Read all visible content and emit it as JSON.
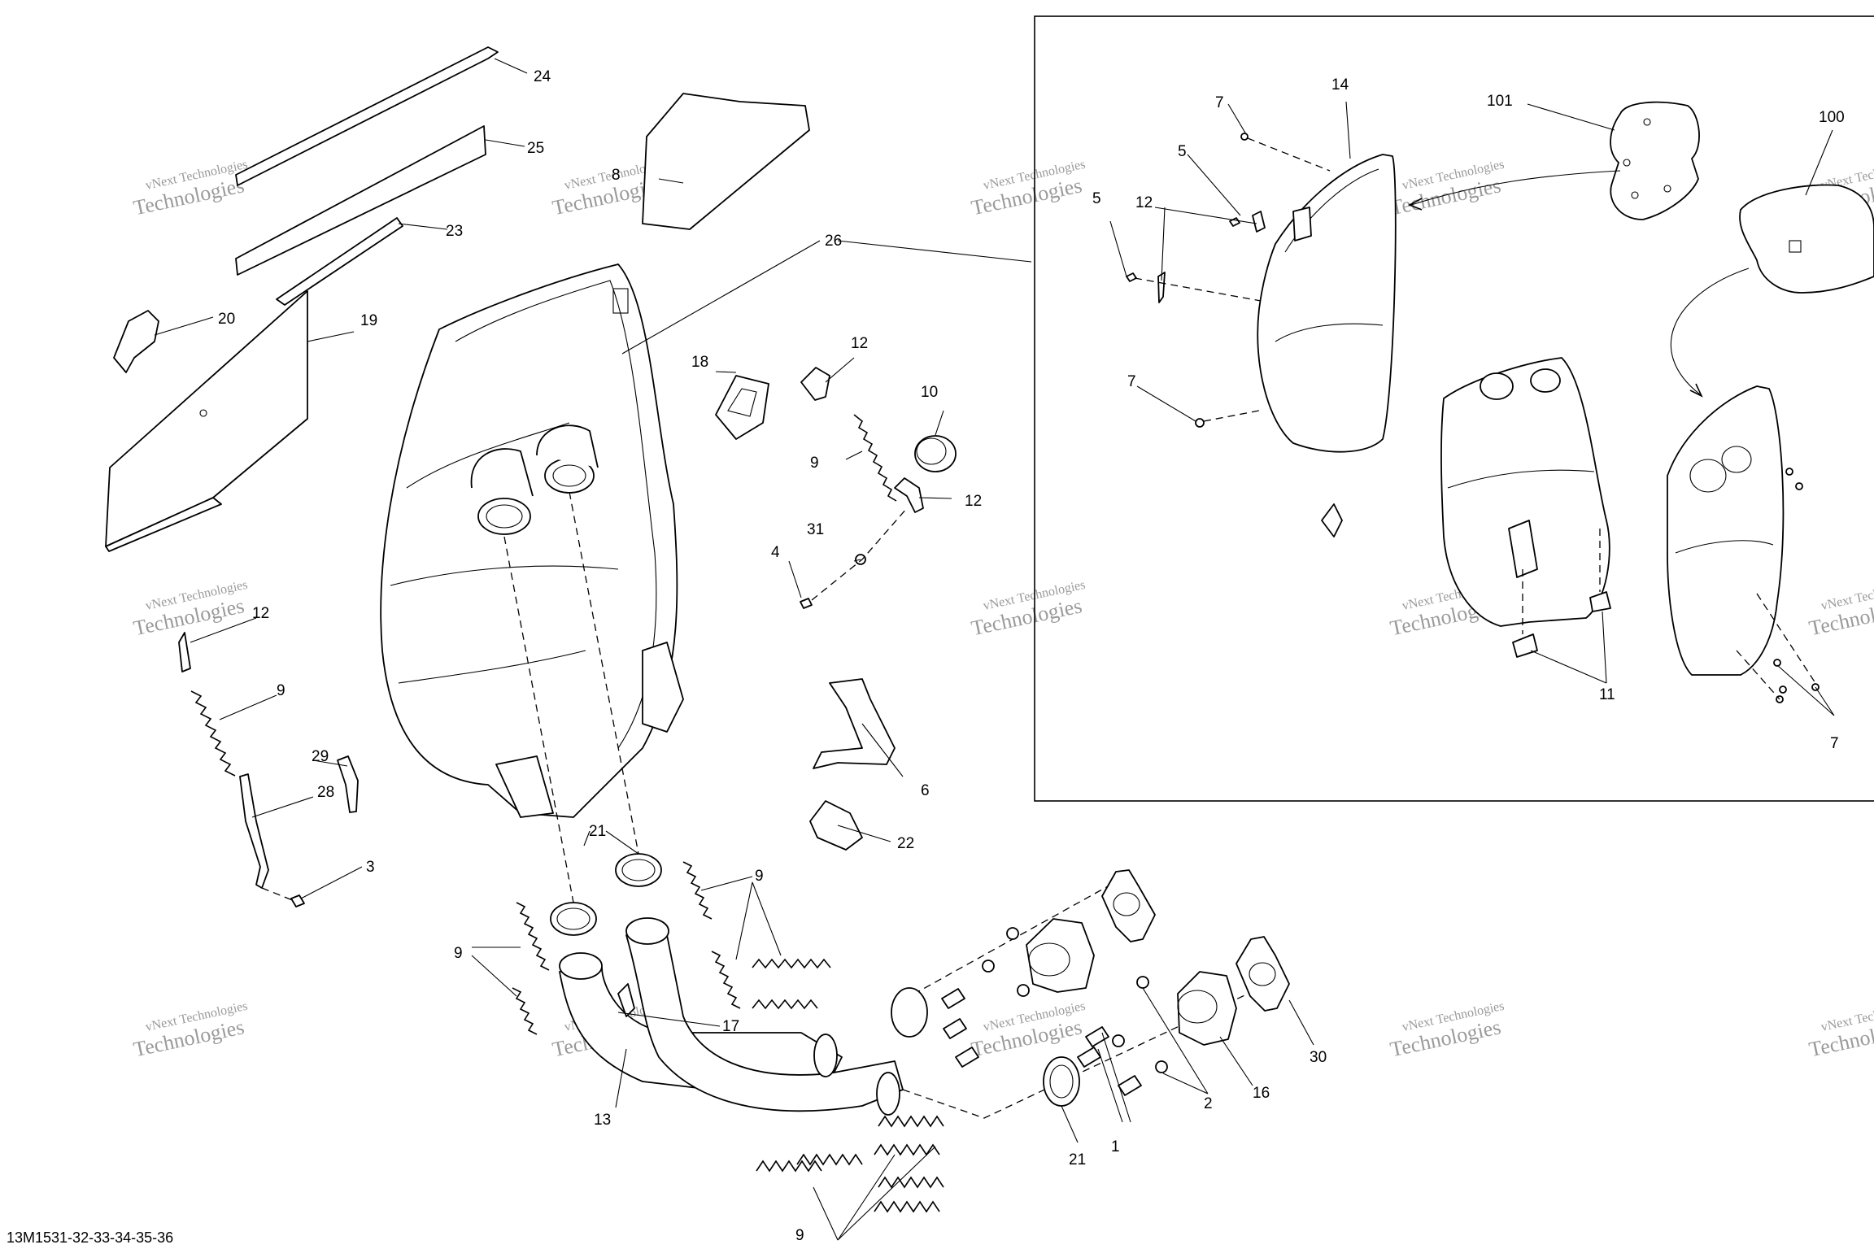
{
  "diagram_code": "13M1531-32-33-34-35-36",
  "watermark": {
    "line1": "vNext Technologies",
    "line2": "Technologies"
  },
  "callouts": {
    "c1": "1",
    "c2": "2",
    "c3": "3",
    "c4": "4",
    "c5a": "5",
    "c5b": "5",
    "c6": "6",
    "c7a": "7",
    "c7b": "7",
    "c7c": "7",
    "c8": "8",
    "c9a": "9",
    "c9b": "9",
    "c9c": "9",
    "c9d": "9",
    "c9e": "9",
    "c10": "10",
    "c11": "11",
    "c12a": "12",
    "c12b": "12",
    "c12c": "12",
    "c12d": "12",
    "c13": "13",
    "c14": "14",
    "c16": "16",
    "c17": "17",
    "c18": "18",
    "c19": "19",
    "c20": "20",
    "c21a": "21",
    "c21b": "21",
    "c22": "22",
    "c23": "23",
    "c24": "24",
    "c25": "25",
    "c26": "26",
    "c28": "28",
    "c29": "29",
    "c30": "30",
    "c31": "31",
    "c100": "100",
    "c101": "101"
  }
}
